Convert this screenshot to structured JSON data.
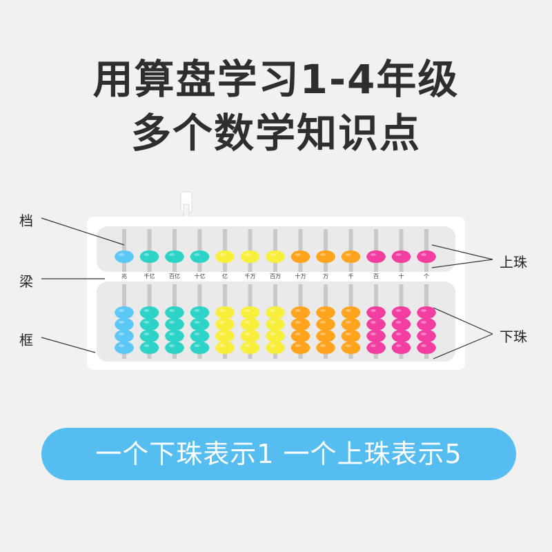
{
  "title": {
    "line1": "用算盘学习1-4年级",
    "line2": "多个数学知识点"
  },
  "labels": {
    "rod": "档",
    "beam": "梁",
    "frame": "框",
    "upper_bead": "上珠",
    "lower_bead": "下珠"
  },
  "place_values": [
    "兆",
    "千亿",
    "百亿",
    "十亿",
    "亿",
    "千万",
    "百万",
    "十万",
    "万",
    "千",
    "百",
    "十",
    "个"
  ],
  "rod_colors": [
    "#5cc8f5",
    "#2ed3c8",
    "#2ed3c8",
    "#2ed3c8",
    "#f7ef3c",
    "#f7ef3c",
    "#f7ef3c",
    "#ffa41c",
    "#ffa41c",
    "#ffa41c",
    "#f23ea0",
    "#f23ea0",
    "#f23ea0"
  ],
  "banner": "一个下珠表示1 一个上珠表示5"
}
